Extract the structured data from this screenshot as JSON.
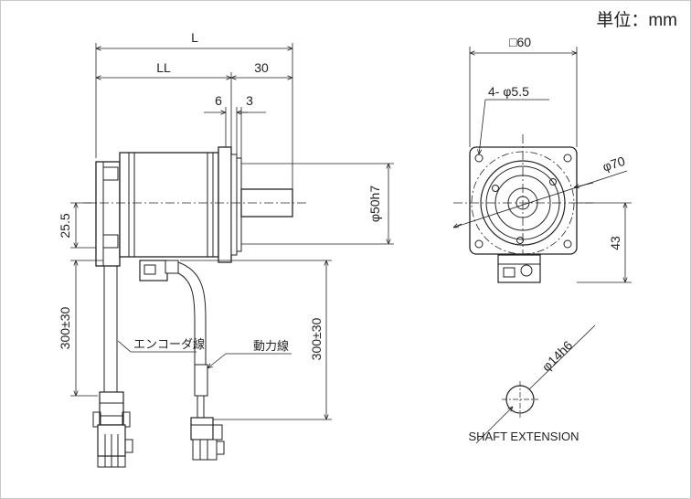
{
  "unit_label": "単位：mm",
  "dimensions": {
    "length_total": "L",
    "length_body": "LL",
    "shaft_length": "30",
    "flange_gap": "6",
    "flange_thickness": "3",
    "shaft_diameter": "φ50h7",
    "cable_offset": "25.5",
    "encoder_cable_length": "300±30",
    "power_cable_length": "300±30",
    "flange_square": "□60",
    "mount_holes": "4- φ5.5",
    "pitch_circle": "φ70",
    "center_height": "43",
    "shaft_ext_diameter": "φ14h6"
  },
  "labels": {
    "encoder_cable": "エンコーダ線",
    "power_cable": "動力線",
    "shaft_extension": "SHAFT EXTENSION"
  },
  "colors": {
    "line": "#222222",
    "body_fill": "#ffffff"
  }
}
